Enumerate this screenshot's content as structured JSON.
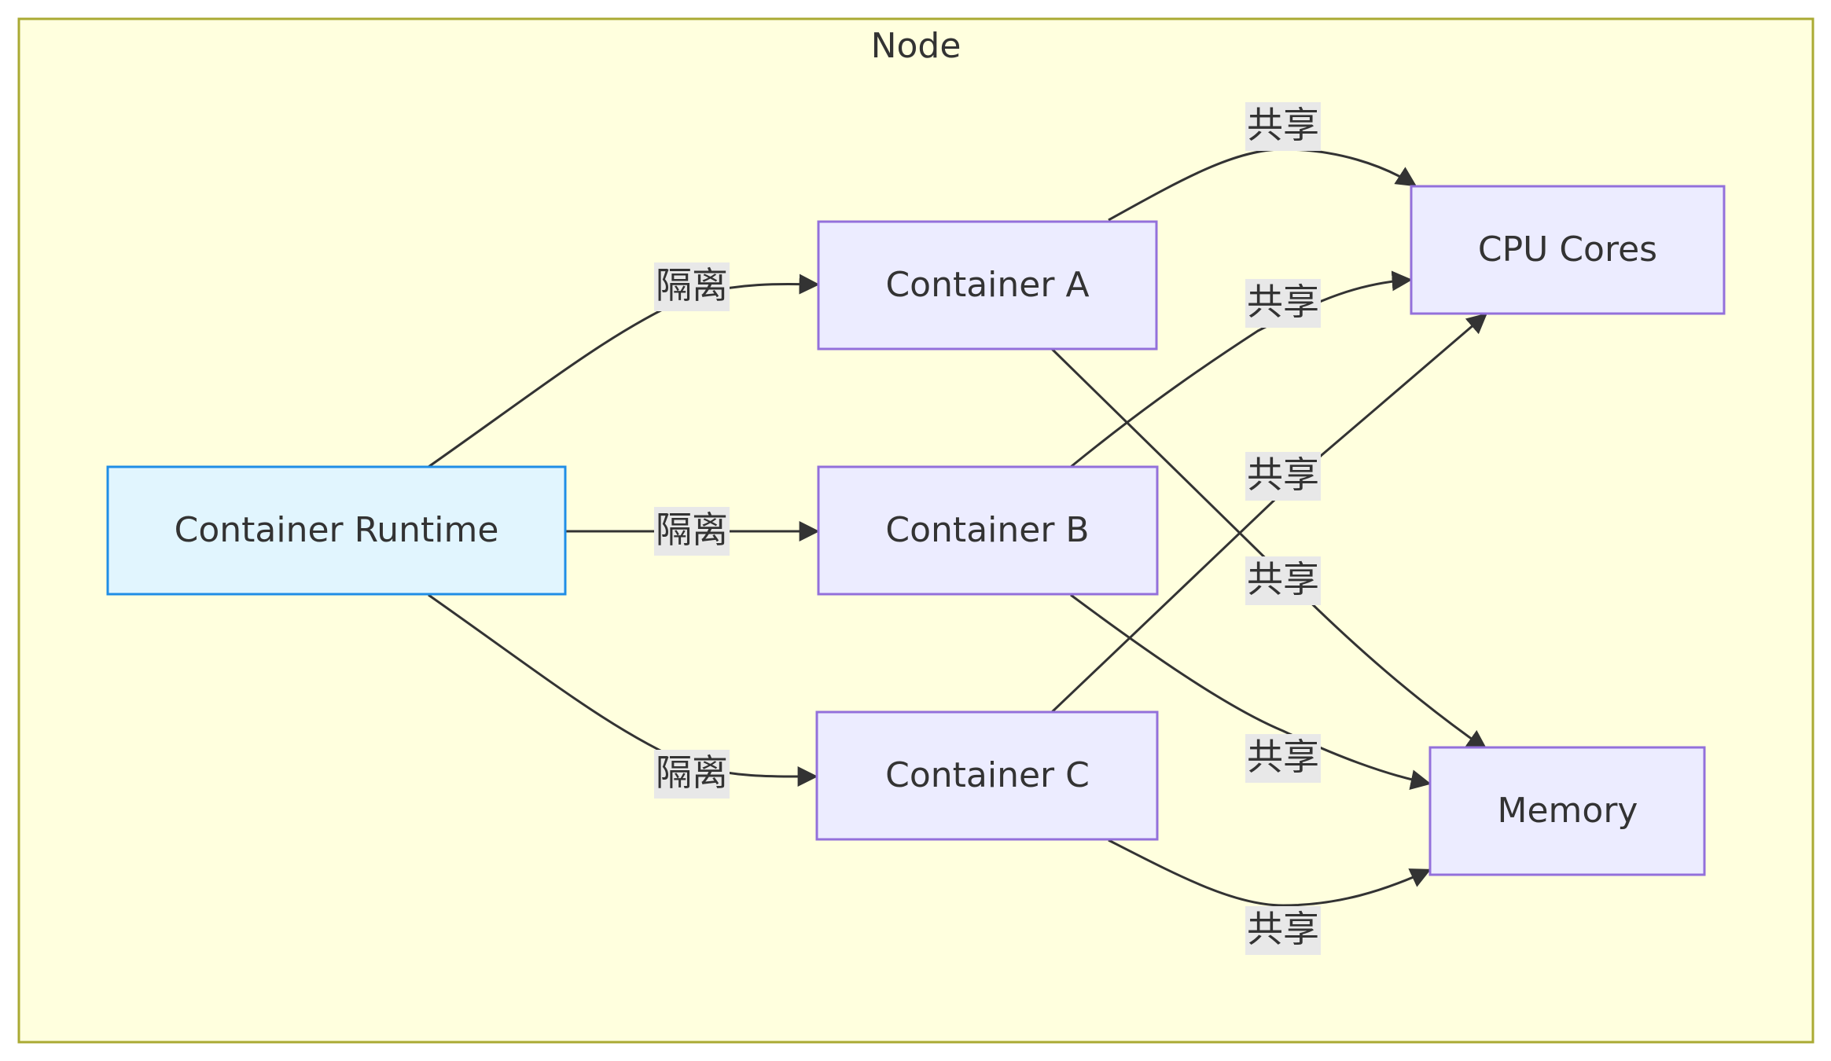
{
  "cluster": {
    "title": "Node"
  },
  "nodes": {
    "runtime": {
      "label": "Container Runtime"
    },
    "container_a": {
      "label": "Container A"
    },
    "container_b": {
      "label": "Container B"
    },
    "container_c": {
      "label": "Container C"
    },
    "cpu": {
      "label": "CPU Cores"
    },
    "memory": {
      "label": "Memory"
    }
  },
  "edges": [
    {
      "from": "Container Runtime",
      "to": "Container A",
      "label": "隔离"
    },
    {
      "from": "Container Runtime",
      "to": "Container B",
      "label": "隔离"
    },
    {
      "from": "Container Runtime",
      "to": "Container C",
      "label": "隔离"
    },
    {
      "from": "Container A",
      "to": "CPU Cores",
      "label": "共享"
    },
    {
      "from": "Container B",
      "to": "CPU Cores",
      "label": "共享"
    },
    {
      "from": "Container C",
      "to": "CPU Cores",
      "label": "共享"
    },
    {
      "from": "Container A",
      "to": "Memory",
      "label": "共享"
    },
    {
      "from": "Container B",
      "to": "Memory",
      "label": "共享"
    },
    {
      "from": "Container C",
      "to": "Memory",
      "label": "共享"
    }
  ],
  "colors": {
    "cluster_fill": "#ffffde",
    "cluster_stroke": "#aaaa33",
    "runtime_fill": "#e1f5fe",
    "runtime_stroke": "#1f8ee6",
    "node_fill": "#ececff",
    "node_stroke": "#9370db",
    "edge_stroke": "#333333",
    "edge_label_bg": "#e8e8e8"
  }
}
